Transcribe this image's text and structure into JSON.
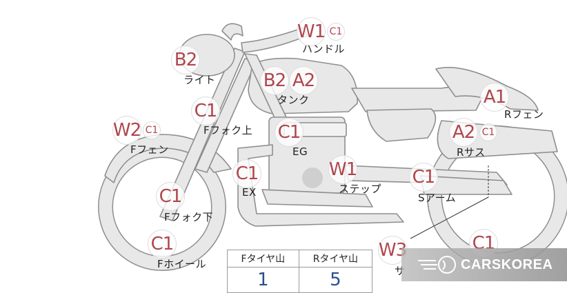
{
  "parts": [
    {
      "grades": [
        "W1",
        "C1"
      ],
      "label": "ハンドル"
    },
    {
      "grades": [
        "B2"
      ],
      "label": "ライト"
    },
    {
      "grades": [
        "B2",
        "A2"
      ],
      "label": "タンク"
    },
    {
      "grades": [
        "C1"
      ],
      "label": "Fフォク上"
    },
    {
      "grades": [
        "W2",
        "C1"
      ],
      "label": "Fフェン"
    },
    {
      "grades": [
        "C1"
      ],
      "label": "EG"
    },
    {
      "grades": [
        "C1"
      ],
      "label": "EX"
    },
    {
      "grades": [
        "W1"
      ],
      "label": "ステップ"
    },
    {
      "grades": [
        "C1"
      ],
      "label": "Fフォク下"
    },
    {
      "grades": [
        "C1"
      ],
      "label": "Fホイール"
    },
    {
      "grades": [
        "A1"
      ],
      "label": "Rフェン"
    },
    {
      "grades": [
        "A2",
        "C1"
      ],
      "label": "Rサス"
    },
    {
      "grades": [
        "C1"
      ],
      "label": "Sアーム"
    },
    {
      "grades": [
        "W3"
      ],
      "label": "サ"
    },
    {
      "grades": [
        "C1"
      ],
      "label": ""
    }
  ],
  "tire_table": {
    "front_header": "Fタイヤ山",
    "rear_header": "Rタイヤ山",
    "front_value": "1",
    "rear_value": "5"
  },
  "watermark": {
    "text": "CARSKOREA"
  },
  "colors": {
    "grade": "#b0464d",
    "tire_value": "#2b4f8c",
    "bike": "#e6e6e6"
  }
}
